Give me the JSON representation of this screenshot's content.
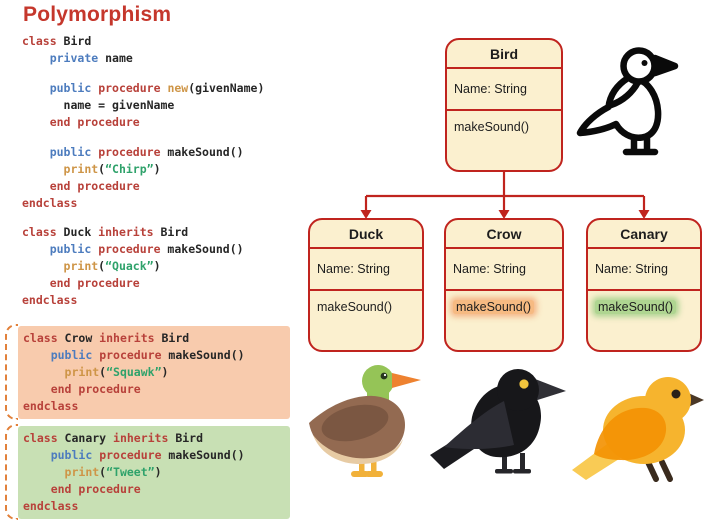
{
  "title": {
    "text": "Polymorphism"
  },
  "colors": {
    "accent_red": "#C0241E",
    "box_fill": "#FBF0CF",
    "title_red": "#C5372C",
    "crow_highlight_bg": "#F8CBAD",
    "canary_highlight_bg": "#C8E0B4",
    "bracket_orange": "#E2813B",
    "method_highlight_orange": "#F6BA82",
    "method_highlight_green": "#AFD591"
  },
  "code": {
    "palette": {
      "kw": "#B8413A",
      "acc": "#4D7CBE",
      "fn": "#CE9547",
      "str": "#2FA26B",
      "plain": "#262626"
    },
    "blocks": [
      {
        "name": "bird-class",
        "highlight": "none",
        "lines": [
          [
            [
              "kw",
              "class"
            ],
            [
              "plain",
              " Bird"
            ]
          ],
          [
            [
              "plain",
              "    "
            ],
            [
              "acc",
              "private"
            ],
            [
              "plain",
              " name"
            ]
          ],
          [],
          [
            [
              "plain",
              "    "
            ],
            [
              "acc",
              "public"
            ],
            [
              "plain",
              " "
            ],
            [
              "kw",
              "procedure"
            ],
            [
              "plain",
              " "
            ],
            [
              "fn",
              "new"
            ],
            [
              "plain",
              "(givenName)"
            ]
          ],
          [
            [
              "plain",
              "      name = givenName"
            ]
          ],
          [
            [
              "plain",
              "    "
            ],
            [
              "kw",
              "end procedure"
            ]
          ],
          [],
          [
            [
              "plain",
              "    "
            ],
            [
              "acc",
              "public"
            ],
            [
              "plain",
              " "
            ],
            [
              "kw",
              "procedure"
            ],
            [
              "plain",
              " makeSound()"
            ]
          ],
          [
            [
              "plain",
              "      "
            ],
            [
              "fn",
              "print"
            ],
            [
              "plain",
              "("
            ],
            [
              "str",
              "“Chirp”"
            ],
            [
              "plain",
              ")"
            ]
          ],
          [
            [
              "plain",
              "    "
            ],
            [
              "kw",
              "end procedure"
            ]
          ],
          [
            [
              "kw",
              "endclass"
            ]
          ]
        ]
      },
      {
        "name": "duck-class",
        "highlight": "none",
        "lines": [
          [
            [
              "kw",
              "class"
            ],
            [
              "plain",
              " Duck "
            ],
            [
              "kw",
              "inherits"
            ],
            [
              "plain",
              " Bird"
            ]
          ],
          [
            [
              "plain",
              "    "
            ],
            [
              "acc",
              "public"
            ],
            [
              "plain",
              " "
            ],
            [
              "kw",
              "procedure"
            ],
            [
              "plain",
              " makeSound()"
            ]
          ],
          [
            [
              "plain",
              "      "
            ],
            [
              "fn",
              "print"
            ],
            [
              "plain",
              "("
            ],
            [
              "str",
              "“Quack”"
            ],
            [
              "plain",
              ")"
            ]
          ],
          [
            [
              "plain",
              "    "
            ],
            [
              "kw",
              "end procedure"
            ]
          ],
          [
            [
              "kw",
              "endclass"
            ]
          ]
        ]
      },
      {
        "name": "crow-class",
        "highlight": "orange",
        "lines": [
          [
            [
              "kw",
              "class"
            ],
            [
              "plain",
              " Crow "
            ],
            [
              "kw",
              "inherits"
            ],
            [
              "plain",
              " Bird"
            ]
          ],
          [
            [
              "plain",
              "    "
            ],
            [
              "acc",
              "public"
            ],
            [
              "plain",
              " "
            ],
            [
              "kw",
              "procedure"
            ],
            [
              "plain",
              " makeSound()"
            ]
          ],
          [
            [
              "plain",
              "      "
            ],
            [
              "fn",
              "print"
            ],
            [
              "plain",
              "("
            ],
            [
              "str",
              "“Squawk”"
            ],
            [
              "plain",
              ")"
            ]
          ],
          [
            [
              "plain",
              "    "
            ],
            [
              "kw",
              "end procedure"
            ]
          ],
          [
            [
              "kw",
              "endclass"
            ]
          ]
        ]
      },
      {
        "name": "canary-class",
        "highlight": "green",
        "lines": [
          [
            [
              "kw",
              "class"
            ],
            [
              "plain",
              " Canary "
            ],
            [
              "kw",
              "inherits"
            ],
            [
              "plain",
              " Bird"
            ]
          ],
          [
            [
              "plain",
              "    "
            ],
            [
              "acc",
              "public"
            ],
            [
              "plain",
              " "
            ],
            [
              "kw",
              "procedure"
            ],
            [
              "plain",
              " makeSound()"
            ]
          ],
          [
            [
              "plain",
              "      "
            ],
            [
              "fn",
              "print"
            ],
            [
              "plain",
              "("
            ],
            [
              "str",
              "“Tweet”"
            ],
            [
              "plain",
              ")"
            ]
          ],
          [
            [
              "plain",
              "    "
            ],
            [
              "kw",
              "end procedure"
            ]
          ],
          [
            [
              "kw",
              "endclass"
            ]
          ]
        ]
      }
    ]
  },
  "diagram": {
    "classes": [
      {
        "name": "Bird",
        "attribute": "Name: String",
        "method": "makeSound()",
        "method_highlight": "none"
      },
      {
        "name": "Duck",
        "attribute": "Name: String",
        "method": "makeSound()",
        "method_highlight": "none"
      },
      {
        "name": "Crow",
        "attribute": "Name: String",
        "method": "makeSound()",
        "method_highlight": "orange"
      },
      {
        "name": "Canary",
        "attribute": "Name: String",
        "method": "makeSound()",
        "method_highlight": "green"
      }
    ]
  },
  "icons": {
    "top_right": "bird-outline-icon",
    "bottom_row": [
      "duck-icon",
      "crow-icon",
      "canary-icon"
    ]
  }
}
